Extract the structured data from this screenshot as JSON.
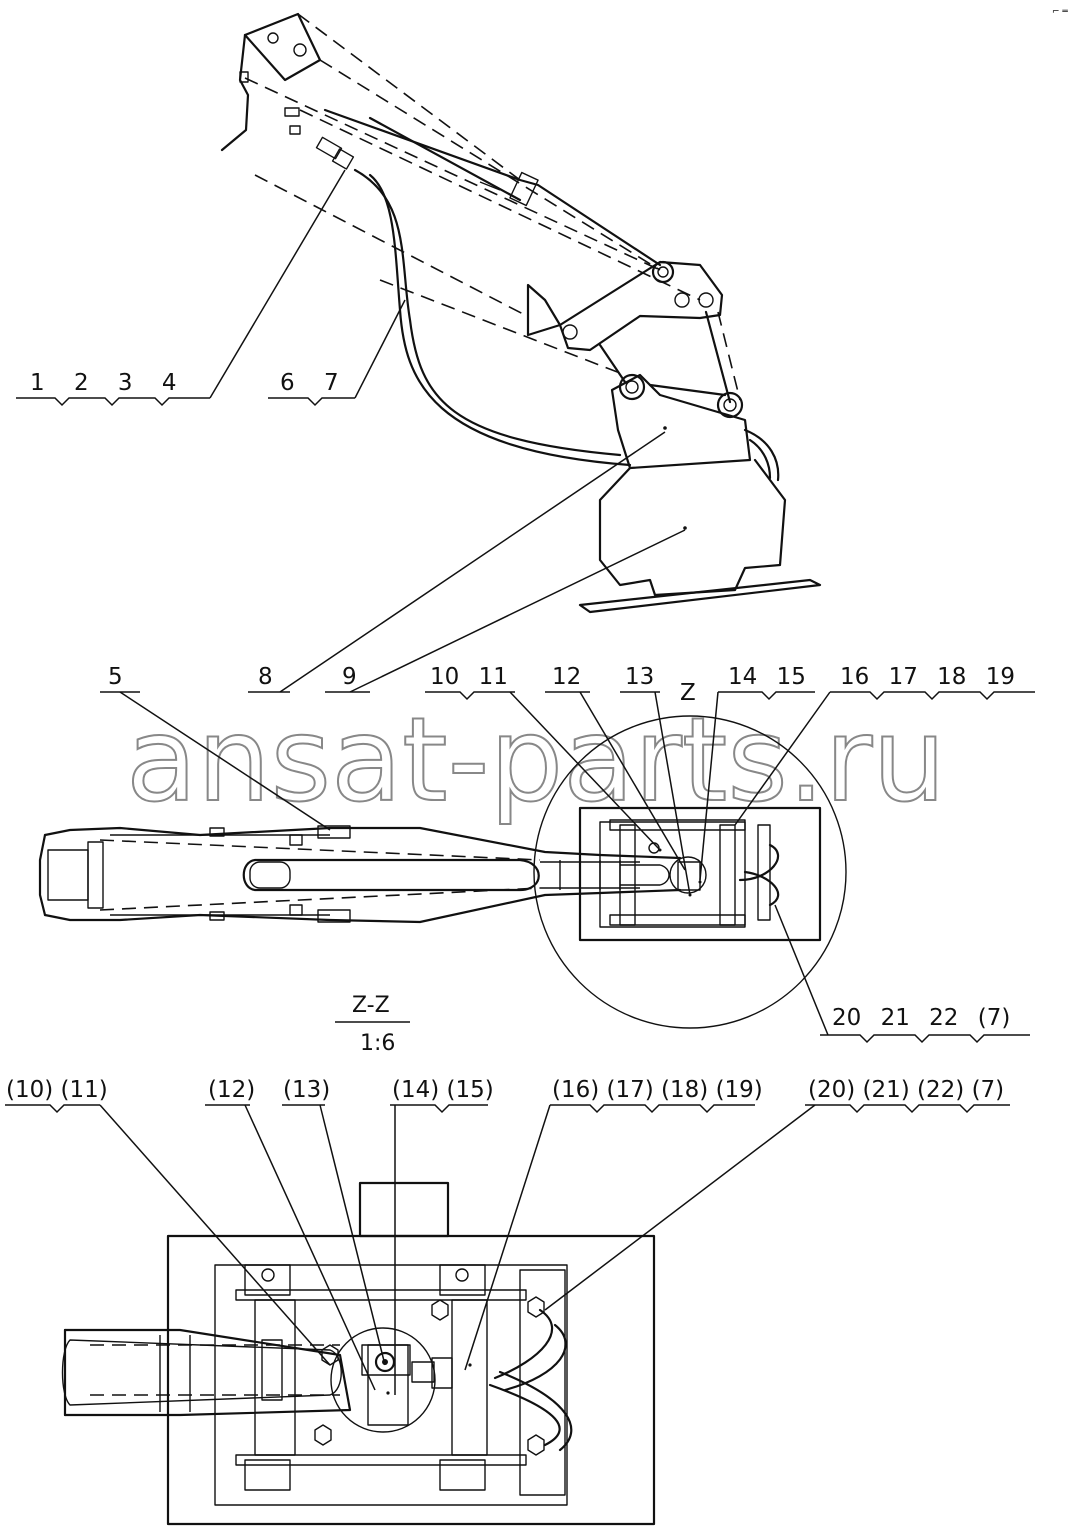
{
  "watermark": "ansat-parts.ru",
  "top_view_labels": {
    "g1": "1 2 3 4",
    "g2": "6 7",
    "p8": "8",
    "p9": "9",
    "p5": "5",
    "p10_11": "10 11",
    "p12": "12",
    "p13": "13",
    "z": "Z",
    "p14_15": "14 15",
    "p16_19": "16 17 18 19",
    "p20_7": "20 21 22 (7)"
  },
  "section": {
    "title": "Z-Z",
    "scale": "1:6",
    "l10_11": "(10) (11)",
    "l12": "(12)",
    "l13": "(13)",
    "l14_15": "(14) (15)",
    "l16_19": "(16) (17) (18) (19)",
    "l20_7": "(20) (21) (22) (7)"
  },
  "corner_mark": "⌐ ═"
}
